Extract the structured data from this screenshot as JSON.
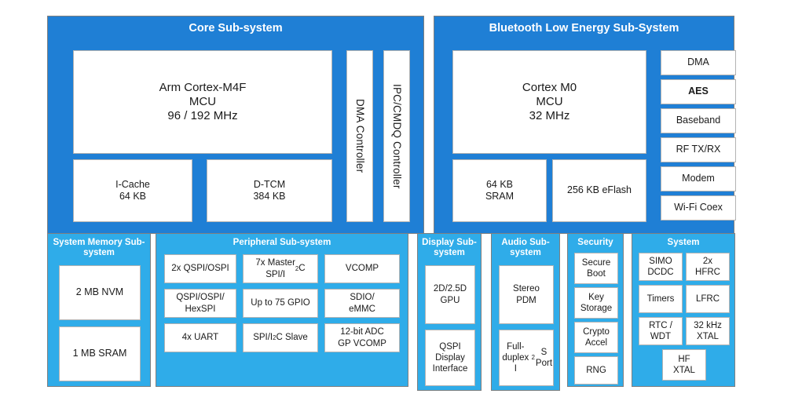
{
  "colors": {
    "dark_blue": "#1F7FD5",
    "light_blue": "#2FACE9",
    "block_fill": "#FFFFFF",
    "block_border": "#B3B3B3",
    "title_text": "#FFFFFF",
    "body_text": "#1A1A1A",
    "page_background": "#FFFFFF"
  },
  "core": {
    "title": "Core Sub-system",
    "cpu": "Arm Cortex-M4F\nMCU\n96 / 192 MHz",
    "icache": "I-Cache\n64 KB",
    "dtcm": "D-TCM\n384 KB",
    "dma_controller": "DMA Controller",
    "ipc_controller": "IPC/CMDQ Controller"
  },
  "ble": {
    "title": "Bluetooth Low Energy Sub-System",
    "cpu": "Cortex M0\nMCU\n32 MHz",
    "sram": "64 KB\nSRAM",
    "eflash": "256 KB eFlash",
    "radio_stack": [
      {
        "label": "DMA",
        "bold": false
      },
      {
        "label": "AES",
        "bold": true
      },
      {
        "label": "Baseband",
        "bold": false
      },
      {
        "label": "RF TX/RX",
        "bold": false
      },
      {
        "label": "Modem",
        "bold": false
      },
      {
        "label": "Wi-Fi Coex",
        "bold": false
      }
    ]
  },
  "system_memory": {
    "title": "System Memory\nSub-system",
    "blocks": [
      "2 MB NVM",
      "1 MB SRAM"
    ]
  },
  "peripheral": {
    "title": "Peripheral Sub-system",
    "grid": [
      [
        "2x QSPI/OSPI",
        "7x Master\nSPI/I2C",
        "VCOMP"
      ],
      [
        "QSPI/OSPI/\nHexSPI",
        "Up to 75 GPIO",
        "SDIO/\neMMC"
      ],
      [
        "4x UART",
        "SPI/I2C Slave",
        "12-bit ADC\nGP VCOMP"
      ]
    ],
    "grid_html": [
      [
        "2x QSPI/OSPI",
        "7x Master<br>SPI/I<sup>2</sup>C",
        "VCOMP"
      ],
      [
        "QSPI/OSPI/<br>HexSPI",
        "Up to 75 GPIO",
        "SDIO/<br>eMMC"
      ],
      [
        "4x UART",
        "SPI/I<sup>2</sup>C Slave",
        "12-bit ADC<br>GP VCOMP"
      ]
    ]
  },
  "display": {
    "title": "Display\nSub-system",
    "blocks": [
      "2D/2.5D\nGPU",
      "QSPI\nDisplay\nInterface"
    ]
  },
  "audio": {
    "title": "Audio\nSub-system",
    "blocks": [
      "Stereo\nPDM",
      "Full-duplex\nI2S Port"
    ],
    "blocks_html": [
      "Stereo<br>PDM",
      "Full-duplex<br>I<sup>2</sup>S Port"
    ]
  },
  "security": {
    "title": "Security",
    "blocks": [
      "Secure\nBoot",
      "Key\nStorage",
      "Crypto\nAccel",
      "RNG"
    ]
  },
  "system": {
    "title": "System",
    "grid": [
      [
        "SIMO\nDCDC",
        "2x\nHFRC"
      ],
      [
        "Timers",
        "LFRC"
      ],
      [
        "RTC /\nWDT",
        "32 kHz\nXTAL"
      ]
    ],
    "wide": "HF\nXTAL"
  }
}
